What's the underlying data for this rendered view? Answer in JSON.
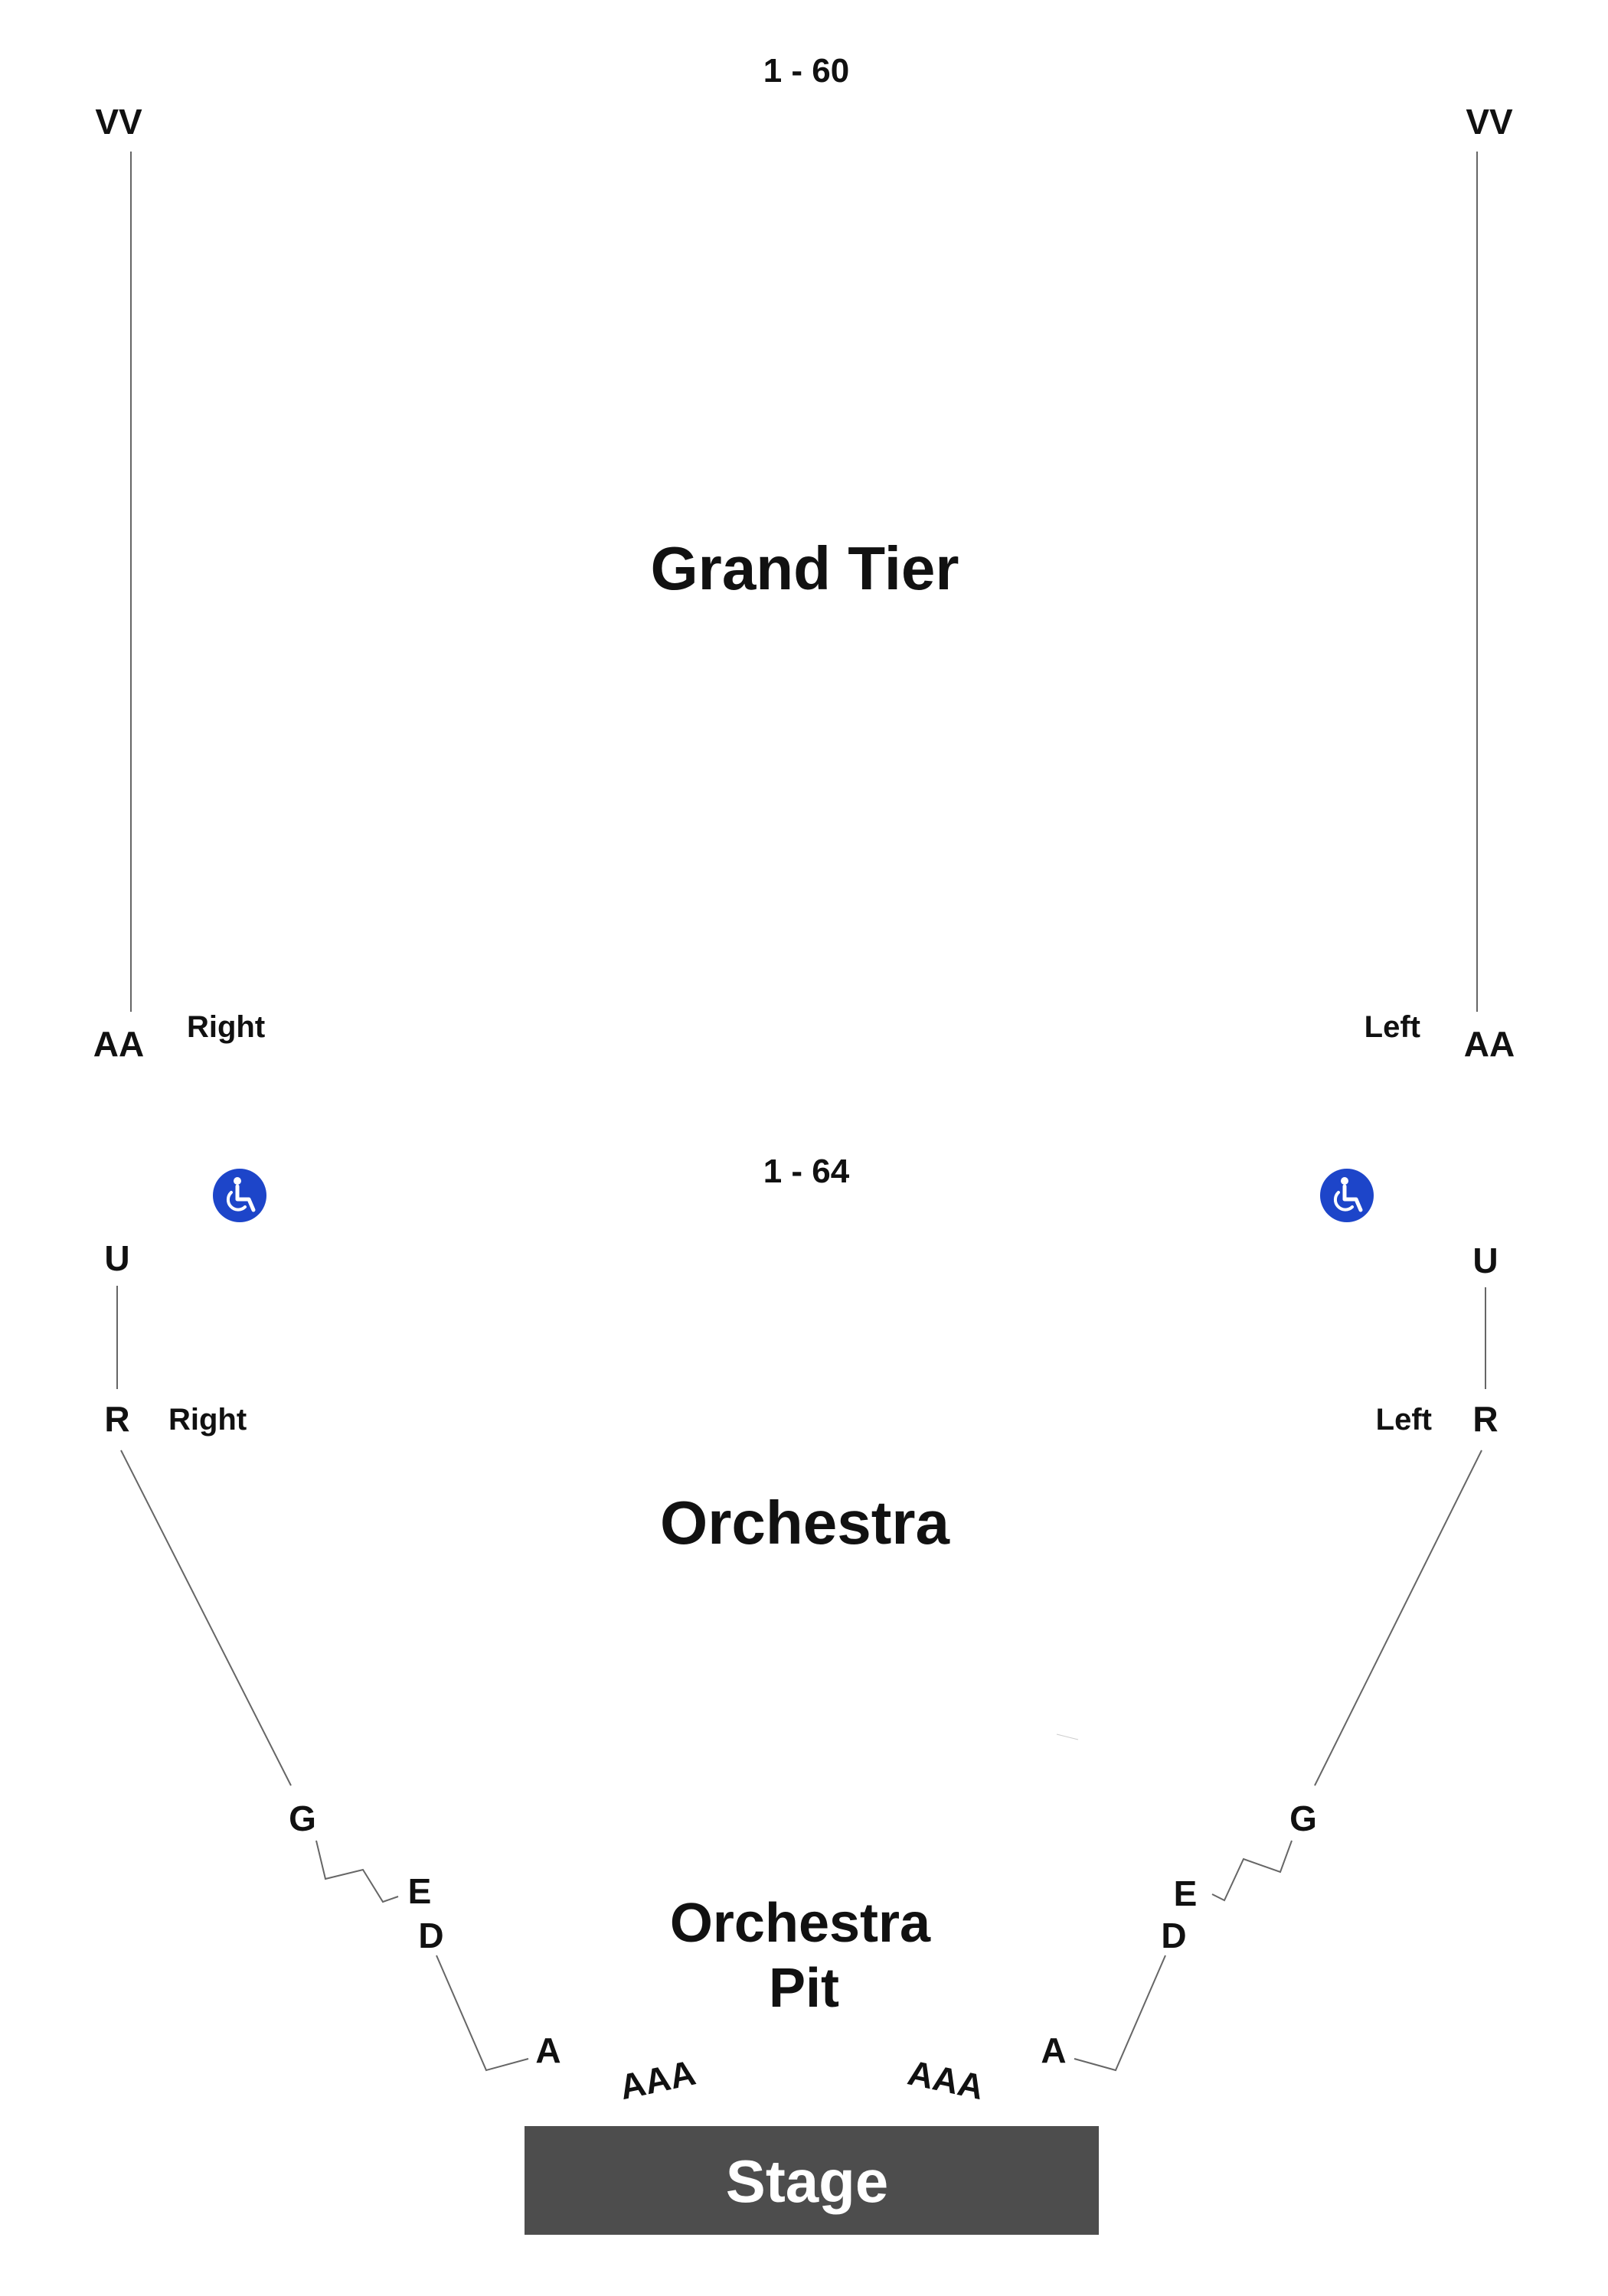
{
  "grand_tier": {
    "title": "Grand Tier",
    "seat_range": "1 - 60",
    "rows_top": "VV",
    "rows_bottom": "AA",
    "left_side": "Right",
    "right_side": "Left"
  },
  "orchestra": {
    "title": "Orchestra",
    "seat_range": "1 - 64",
    "row_u": "U",
    "row_r": "R",
    "row_g": "G",
    "row_e": "E",
    "row_d": "D",
    "row_a": "A",
    "row_aaa": "AAA",
    "left_side": "Right",
    "right_side": "Left"
  },
  "pit": {
    "line1": "Orchestra",
    "line2": "Pit"
  },
  "stage": {
    "label": "Stage"
  },
  "colors": {
    "stage": "#4d4d4d",
    "accessible": "#1d45c9",
    "lines": "#666666"
  },
  "icons": [
    "wheelchair-icon"
  ]
}
